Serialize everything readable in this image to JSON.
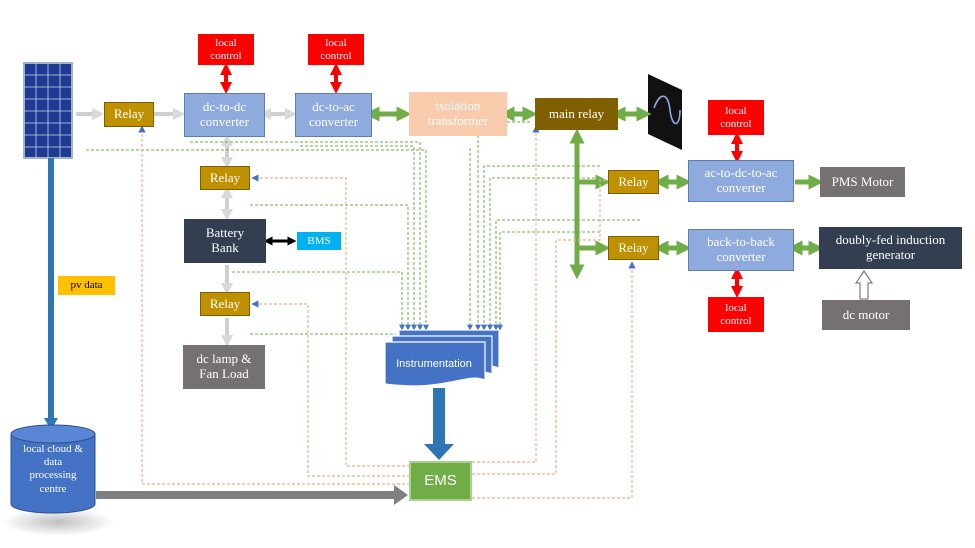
{
  "relays": {
    "pv": "Relay",
    "battery": "Relay",
    "load": "Relay",
    "motor": "Relay",
    "generator": "Relay"
  },
  "local_control": {
    "dcdc": "local\ncontrol",
    "dcac": "local\ncontrol",
    "acdcac": "local\ncontrol",
    "b2b": "local\ncontrol"
  },
  "blocks": {
    "dcdc": "dc-to-dc\nconverter",
    "dcac": "dc-to-ac\nconverter",
    "isolation": "isolation\ntransformer",
    "main_relay": "main relay",
    "battery": "Battery\nBank",
    "bms": "BMS",
    "dc_lamp": "dc lamp &\nFan Load",
    "acdcac": "ac-to-dc-to-ac\nconverter",
    "pms_motor": "PMS Motor",
    "b2b": "back-to-back\nconverter",
    "dfig": "doubly-fed induction\ngenerator",
    "dc_motor": "dc motor",
    "instrumentation": "Instrumentation",
    "ems": "EMS",
    "cloud": "local cloud &\ndata\nprocessing\ncentre",
    "pv_data": "pv data"
  },
  "colors": {
    "relay": "#bf9000",
    "converter": "#8faadc",
    "local_control": "#ff0000",
    "power_arrow": "#70ad47",
    "grey_arrow": "#d0cece",
    "signal_green": "#70ad47",
    "signal_orange": "#f4b183",
    "data_arrow": "#2e75b6"
  }
}
